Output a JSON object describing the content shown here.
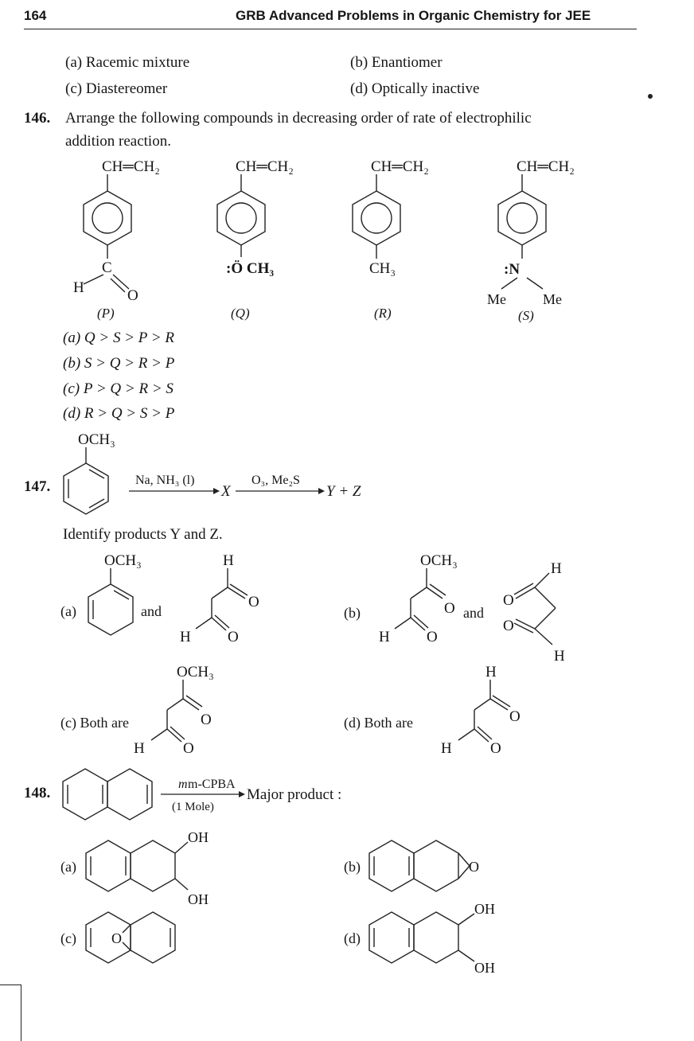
{
  "header": {
    "page_number": "164",
    "book_title": "GRB Advanced Problems in Organic Chemistry for JEE"
  },
  "q145_options": {
    "a": "(a) Racemic mixture",
    "b": "(b) Enantiomer",
    "c": "(c) Diastereomer",
    "d": "(d) Optically inactive"
  },
  "q146": {
    "number": "146.",
    "text_line1": "Arrange the following compounds in decreasing order of rate of electrophilic",
    "text_line2": "addition reaction.",
    "compounds": [
      {
        "top": "CH═CH₂",
        "bottom_atom": "C",
        "h": "H",
        "o": "O",
        "label": "(P)"
      },
      {
        "top": "CH═CH₂",
        "substituent": ":Ö CH₃",
        "label": "(Q)"
      },
      {
        "top": "CH═CH₂",
        "substituent": "CH₃",
        "label": "(R)"
      },
      {
        "top": "CH═CH₂",
        "n": ":N",
        "me1": "Me",
        "me2": "Me",
        "label": "(S)"
      }
    ],
    "options": [
      "(a) Q > S > P > R",
      "(b) S > Q > R > P",
      "(c) P > Q > R > S",
      "(d) R > Q > S > P"
    ]
  },
  "q147": {
    "number": "147.",
    "substituent": "OCH₃",
    "reagent1": "Na, NH₃ (l)",
    "intermediate": "X",
    "reagent2": "O₃, Me₂S",
    "products": "Y + Z",
    "question": "Identify products Y and Z.",
    "opt_a_label": "(a)",
    "opt_a_sub": "OCH₃",
    "opt_a_and": "and",
    "opt_a_h": "H",
    "opt_a_o1": "O",
    "opt_a_h2": "H",
    "opt_a_o2": "O",
    "opt_b_label": "(b)",
    "opt_b_sub": "OCH₃",
    "opt_b_o1": "O",
    "opt_b_h": "H",
    "opt_b_o2": "O",
    "opt_b_and": "and",
    "opt_b_r_o1": "O",
    "opt_b_r_o2": "O",
    "opt_b_r_h1": "H",
    "opt_b_r_h2": "H",
    "opt_c_label": "(c) Both are",
    "opt_c_sub": "OCH₃",
    "opt_c_o1": "O",
    "opt_c_h": "H",
    "opt_c_o2": "O",
    "opt_d_label": "(d) Both are",
    "opt_d_h1": "H",
    "opt_d_o1": "O",
    "opt_d_h2": "H",
    "opt_d_o2": "O"
  },
  "q148": {
    "number": "148.",
    "reagent": "m-CPBA",
    "reagent_qty": "(1 Mole)",
    "product_text": "Major product :",
    "opt_a_label": "(a)",
    "opt_a_oh1": "OH",
    "opt_a_oh2": "OH",
    "opt_b_label": "(b)",
    "opt_b_o": "O",
    "opt_c_label": "(c)",
    "opt_c_o": "O",
    "opt_d_label": "(d)",
    "opt_d_oh1": "OH",
    "opt_d_oh2": "OH"
  }
}
